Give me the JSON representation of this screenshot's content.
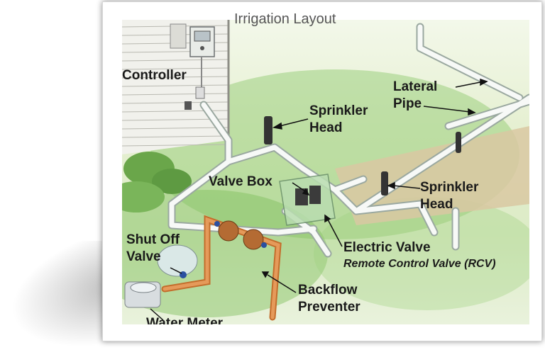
{
  "title": "Irrigation Layout",
  "labels": {
    "controller": "Controller",
    "lateral_pipe_line1": "Lateral",
    "lateral_pipe_line2": "Pipe",
    "sprinkler_head_1_line1": "Sprinkler",
    "sprinkler_head_1_line2": "Head",
    "valve_box": "Valve Box",
    "sprinkler_head_2_line1": "Sprinkler",
    "sprinkler_head_2_line2": "Head",
    "shut_off_valve_line1": "Shut Off",
    "shut_off_valve_line2": "Valve",
    "electric_valve": "Electric Valve",
    "rcv": "Remote Control Valve (RCV)",
    "backflow_line1": "Backflow",
    "backflow_line2": "Preventer",
    "water_meter": "Water Meter"
  },
  "colors": {
    "pipe": "#f4f6f4",
    "pipe_edge": "#9aa8a0",
    "copper": "#d9823f",
    "grass": "#7fc05a",
    "siding": "#f2f2ee",
    "soil": "#d8c7a3"
  }
}
